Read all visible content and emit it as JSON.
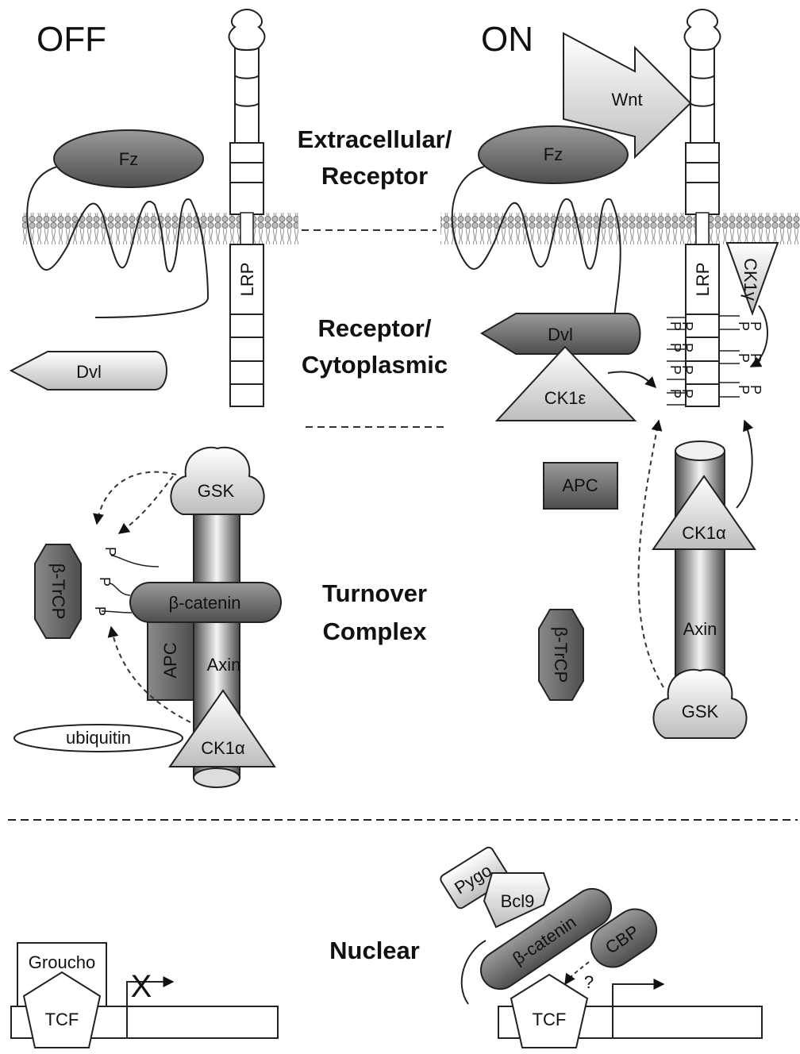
{
  "panels": {
    "off": "OFF",
    "on": "ON"
  },
  "sections": {
    "extracellular": [
      "Extracellular/",
      "Receptor"
    ],
    "receptor_cytoplasmic": [
      "Receptor/",
      "Cytoplasmic"
    ],
    "turnover": [
      "Turnover",
      "Complex"
    ],
    "nuclear": "Nuclear"
  },
  "off": {
    "fz": "Fz",
    "lrp": "LRP",
    "dvl": "Dvl",
    "gsk": "GSK",
    "btrcp": "β-TrCP",
    "bcatenin": "β-catenin",
    "apc": "APC",
    "axin": "Axin",
    "ck1a": "CK1α",
    "ubiquitin": "ubiquitin",
    "p": [
      "P",
      "P",
      "P"
    ],
    "groucho": "Groucho",
    "tcf": "TCF",
    "x": "X"
  },
  "on": {
    "wnt": "Wnt",
    "fz": "Fz",
    "lrp": "LRP",
    "ck1g": "CK1γ",
    "dvl": "Dvl",
    "ck1e": "CK1ε",
    "apc": "APC",
    "ck1a": "CK1α",
    "axin": "Axin",
    "gsk": "GSK",
    "btrcp": "β-TrCP",
    "p_left": [
      "P",
      "P",
      "P",
      "P",
      "P",
      "P",
      "P",
      "P"
    ],
    "p_right": [
      "P",
      "P",
      "P",
      "P",
      "P",
      "P"
    ],
    "pygo": "Pygo",
    "bcl9": "Bcl9",
    "bcatenin": "β-catenin",
    "cbp": "CBP",
    "tcf": "TCF",
    "question": "?"
  }
}
